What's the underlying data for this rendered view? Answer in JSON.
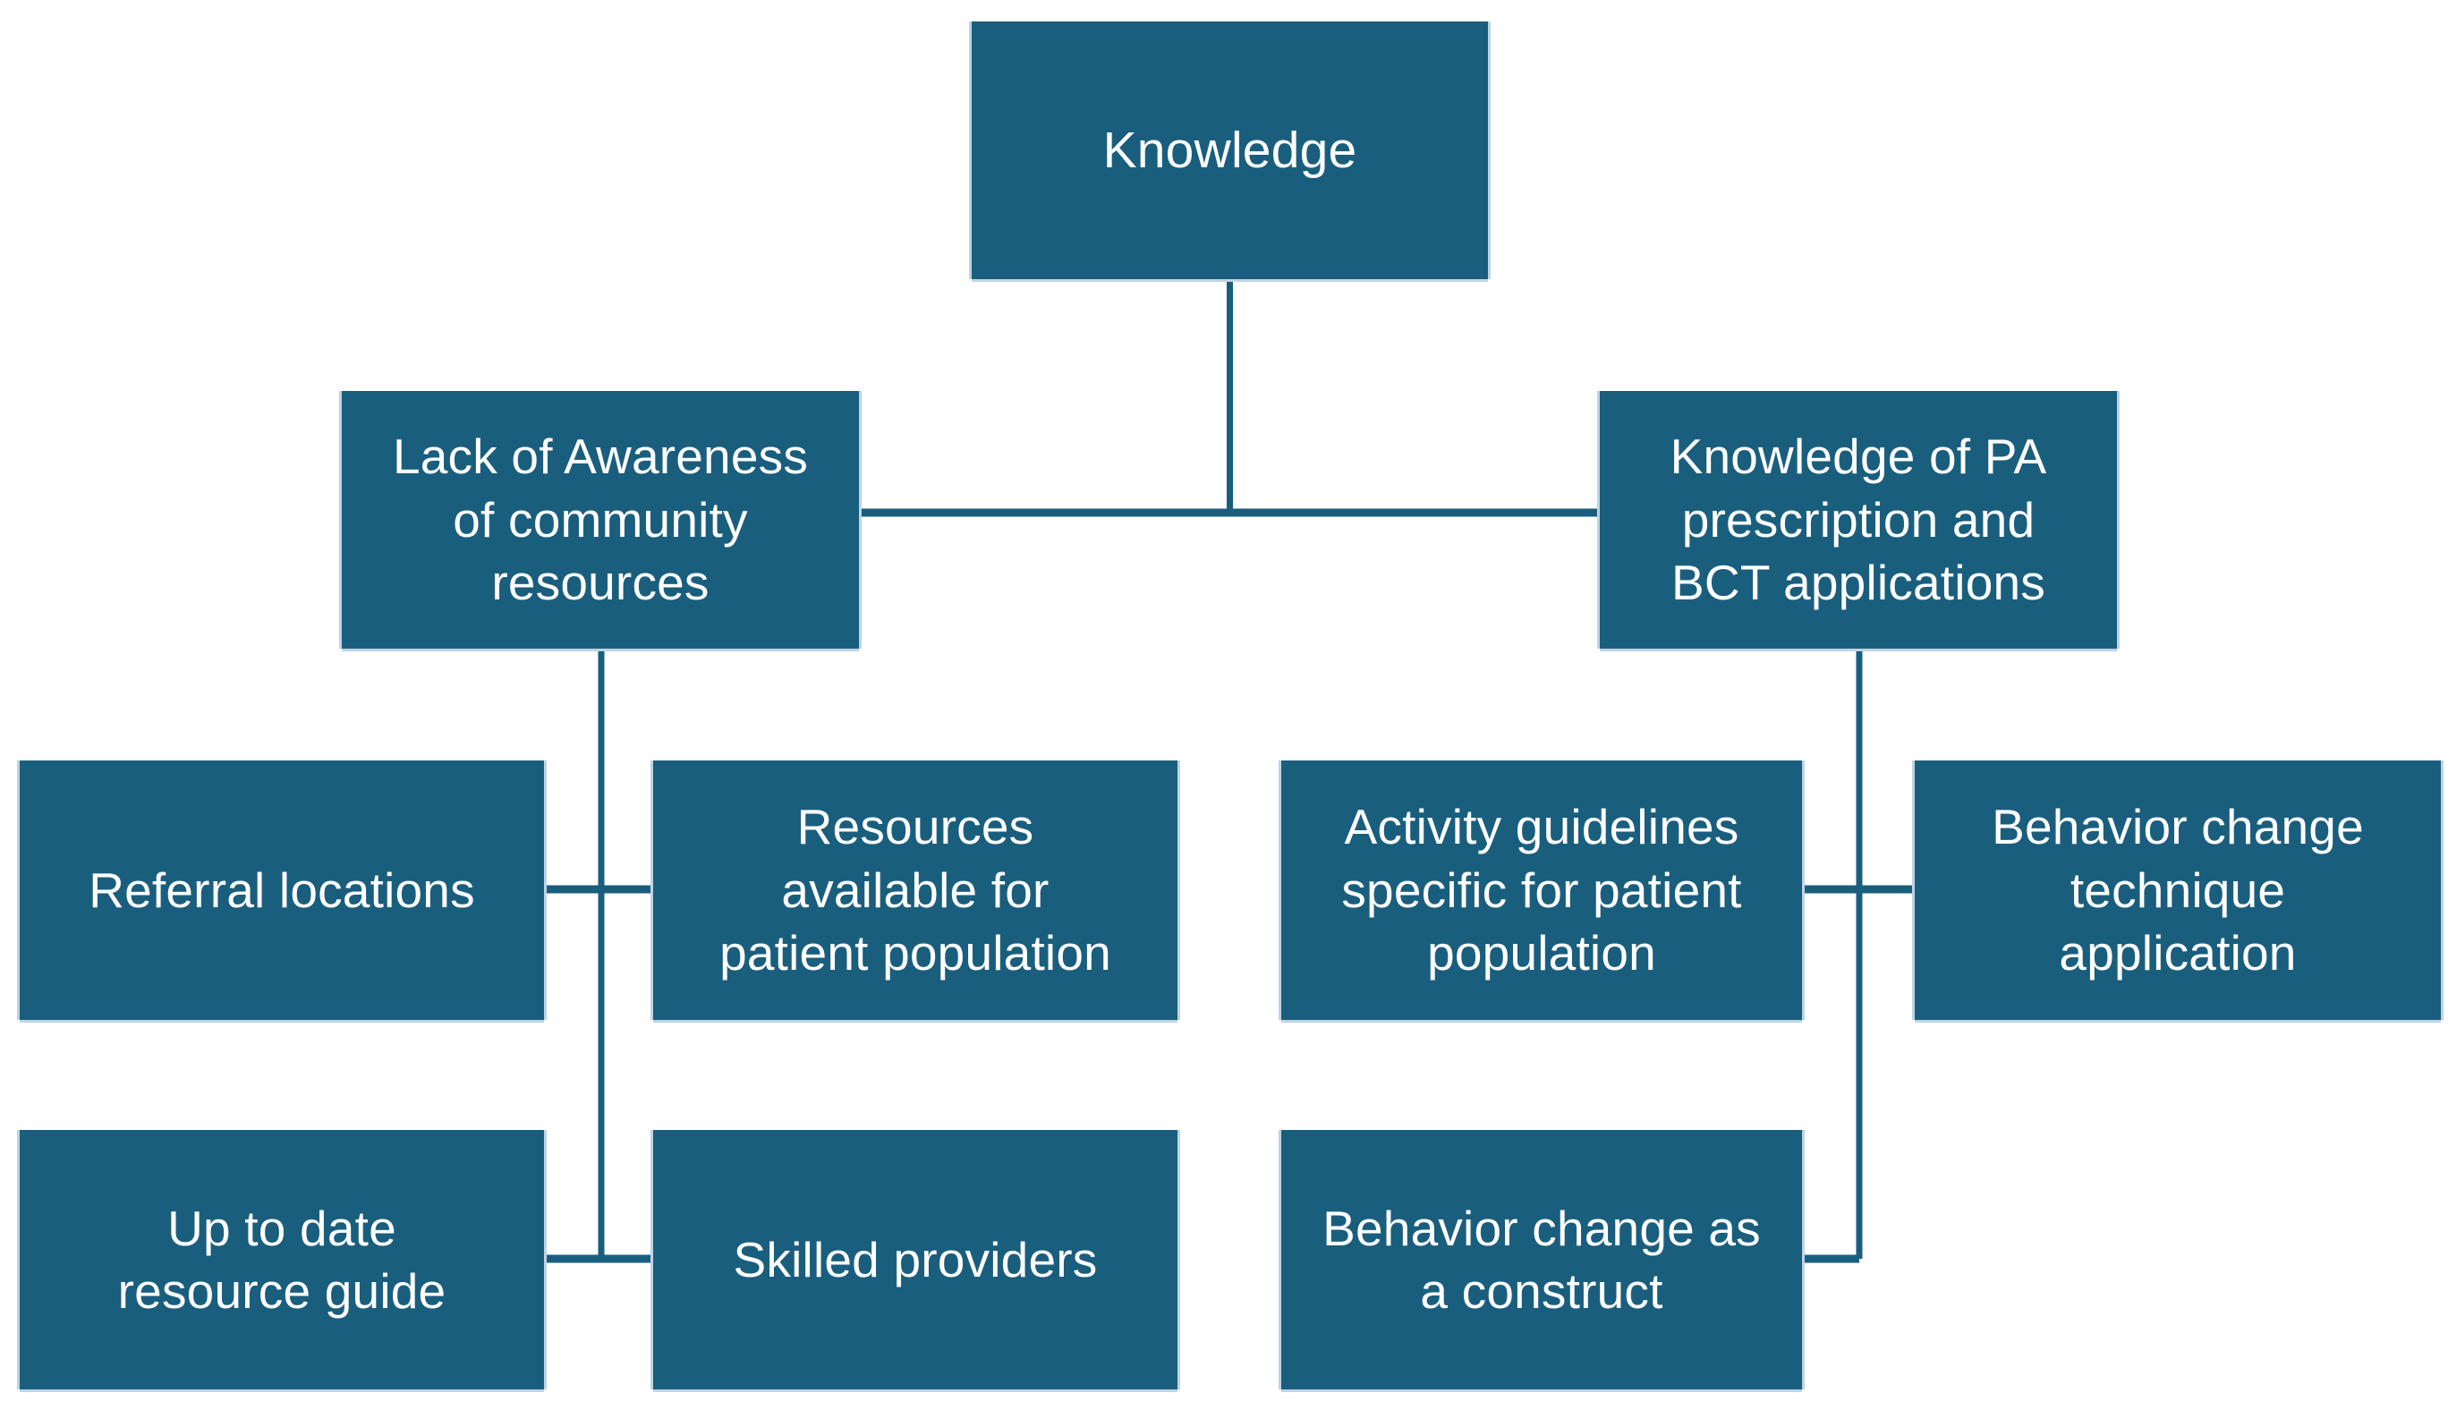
{
  "diagram": {
    "type": "hierarchy-tree",
    "title": "Knowledge",
    "theme": {
      "node_fill": "#1A5E7E",
      "node_text": "#FFFFFF",
      "connector": "#1A5E7E",
      "background": "#FFFFFF",
      "node_shadow": "#BED4E4"
    },
    "levels": [
      {
        "level": 1,
        "nodes": [
          {
            "id": "knowledge",
            "label": "Knowledge"
          }
        ]
      },
      {
        "level": 2,
        "nodes": [
          {
            "id": "lack-awareness",
            "label": "Lack of Awareness\nof community\nresources"
          },
          {
            "id": "knowledge-pa",
            "label": "Knowledge of PA\nprescription and\nBCT applications"
          }
        ]
      },
      {
        "level": 3,
        "nodes": [
          {
            "id": "referral-locations",
            "label": "Referral locations"
          },
          {
            "id": "resources-available",
            "label": "Resources\navailable for\npatient population"
          },
          {
            "id": "activity-guidelines",
            "label": "Activity guidelines\nspecific for patient\npopulation"
          },
          {
            "id": "bct-application",
            "label": "Behavior change\ntechnique\napplication"
          }
        ]
      },
      {
        "level": 4,
        "nodes": [
          {
            "id": "resource-guide",
            "label": "Up to date\nresource guide"
          },
          {
            "id": "skilled-providers",
            "label": "Skilled providers"
          },
          {
            "id": "behavior-construct",
            "label": "Behavior change as\na construct"
          }
        ]
      }
    ],
    "edges": [
      {
        "from": "knowledge",
        "to": "lack-awareness"
      },
      {
        "from": "knowledge",
        "to": "knowledge-pa"
      },
      {
        "from": "lack-awareness",
        "to": "referral-locations"
      },
      {
        "from": "lack-awareness",
        "to": "resources-available"
      },
      {
        "from": "lack-awareness",
        "to": "resource-guide"
      },
      {
        "from": "lack-awareness",
        "to": "skilled-providers"
      },
      {
        "from": "knowledge-pa",
        "to": "activity-guidelines"
      },
      {
        "from": "knowledge-pa",
        "to": "bct-application"
      },
      {
        "from": "knowledge-pa",
        "to": "behavior-construct"
      }
    ]
  }
}
